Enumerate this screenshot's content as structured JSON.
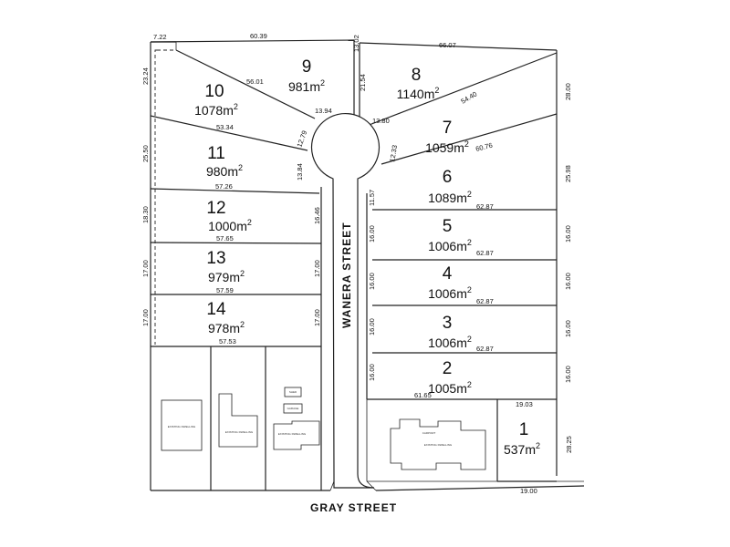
{
  "streets": {
    "main": "WANERA STREET",
    "bottom": "GRAY STREET"
  },
  "lots": [
    {
      "number": "1",
      "area": "537m",
      "sup": "2"
    },
    {
      "number": "2",
      "area": "1005m",
      "sup": "2"
    },
    {
      "number": "3",
      "area": "1006m",
      "sup": "2"
    },
    {
      "number": "4",
      "area": "1006m",
      "sup": "2"
    },
    {
      "number": "5",
      "area": "1006m",
      "sup": "2"
    },
    {
      "number": "6",
      "area": "1089m",
      "sup": "2"
    },
    {
      "number": "7",
      "area": "1059m",
      "sup": "2"
    },
    {
      "number": "8",
      "area": "1140m",
      "sup": "2"
    },
    {
      "number": "9",
      "area": "981m",
      "sup": "2"
    },
    {
      "number": "10",
      "area": "1078m",
      "sup": "2"
    },
    {
      "number": "11",
      "area": "980m",
      "sup": "2"
    },
    {
      "number": "12",
      "area": "1000m",
      "sup": "2"
    },
    {
      "number": "13",
      "area": "979m",
      "sup": "2"
    },
    {
      "number": "14",
      "area": "978m",
      "sup": "2"
    }
  ],
  "dimensions": {
    "top_left": "7.22",
    "top": "60.39",
    "top_right_a": "13.02",
    "top_right": "66.07",
    "left_10": "23.24",
    "d_56_01": "56.01",
    "d_53_34": "53.34",
    "d_13_94": "13.94",
    "d_13_80": "13.80",
    "d_21_54": "21.54",
    "d_54_40": "54.40",
    "d_28_00": "28.00",
    "d_12_79": "12.79",
    "d_12_33": "12.33",
    "d_60_76": "60.76",
    "left_11": "25.50",
    "d_13_84": "13.84",
    "d_25_98": "25.98",
    "d_57_26": "57.26",
    "d_11_57": "11.57",
    "d_62_87a": "62.87",
    "left_12": "18.30",
    "d_16_46": "16.46",
    "d_57_65": "57.65",
    "d_16_00a": "16.00",
    "d_62_87b": "62.87",
    "d_16_00b": "16.00",
    "left_13": "17.00",
    "d_17_00b": "17.00",
    "d_57_59": "57.59",
    "d_16_00c": "16.00",
    "d_62_87c": "62.87",
    "d_16_00d": "16.00",
    "left_14": "17.00",
    "d_17_00c": "17.00",
    "d_57_53": "57.53",
    "d_16_00e": "16.00",
    "d_62_87d": "62.87",
    "d_16_00f": "16.00",
    "d_16_00g": "16.00",
    "d_16_00h": "16.00",
    "d_61_65": "61.65",
    "d_19_03": "19.03",
    "d_28_25": "28.25",
    "d_19_00": "19.00"
  },
  "building_labels": {
    "house_a": "EXISTING DWELLING",
    "house_b": "EXISTING DWELLING",
    "house_c": "EXISTING DWELLING",
    "house_d": "EXISTING DWELLING",
    "shed_a": "SHED",
    "shed_b": "GARAGE",
    "carport": "CARPORT"
  }
}
